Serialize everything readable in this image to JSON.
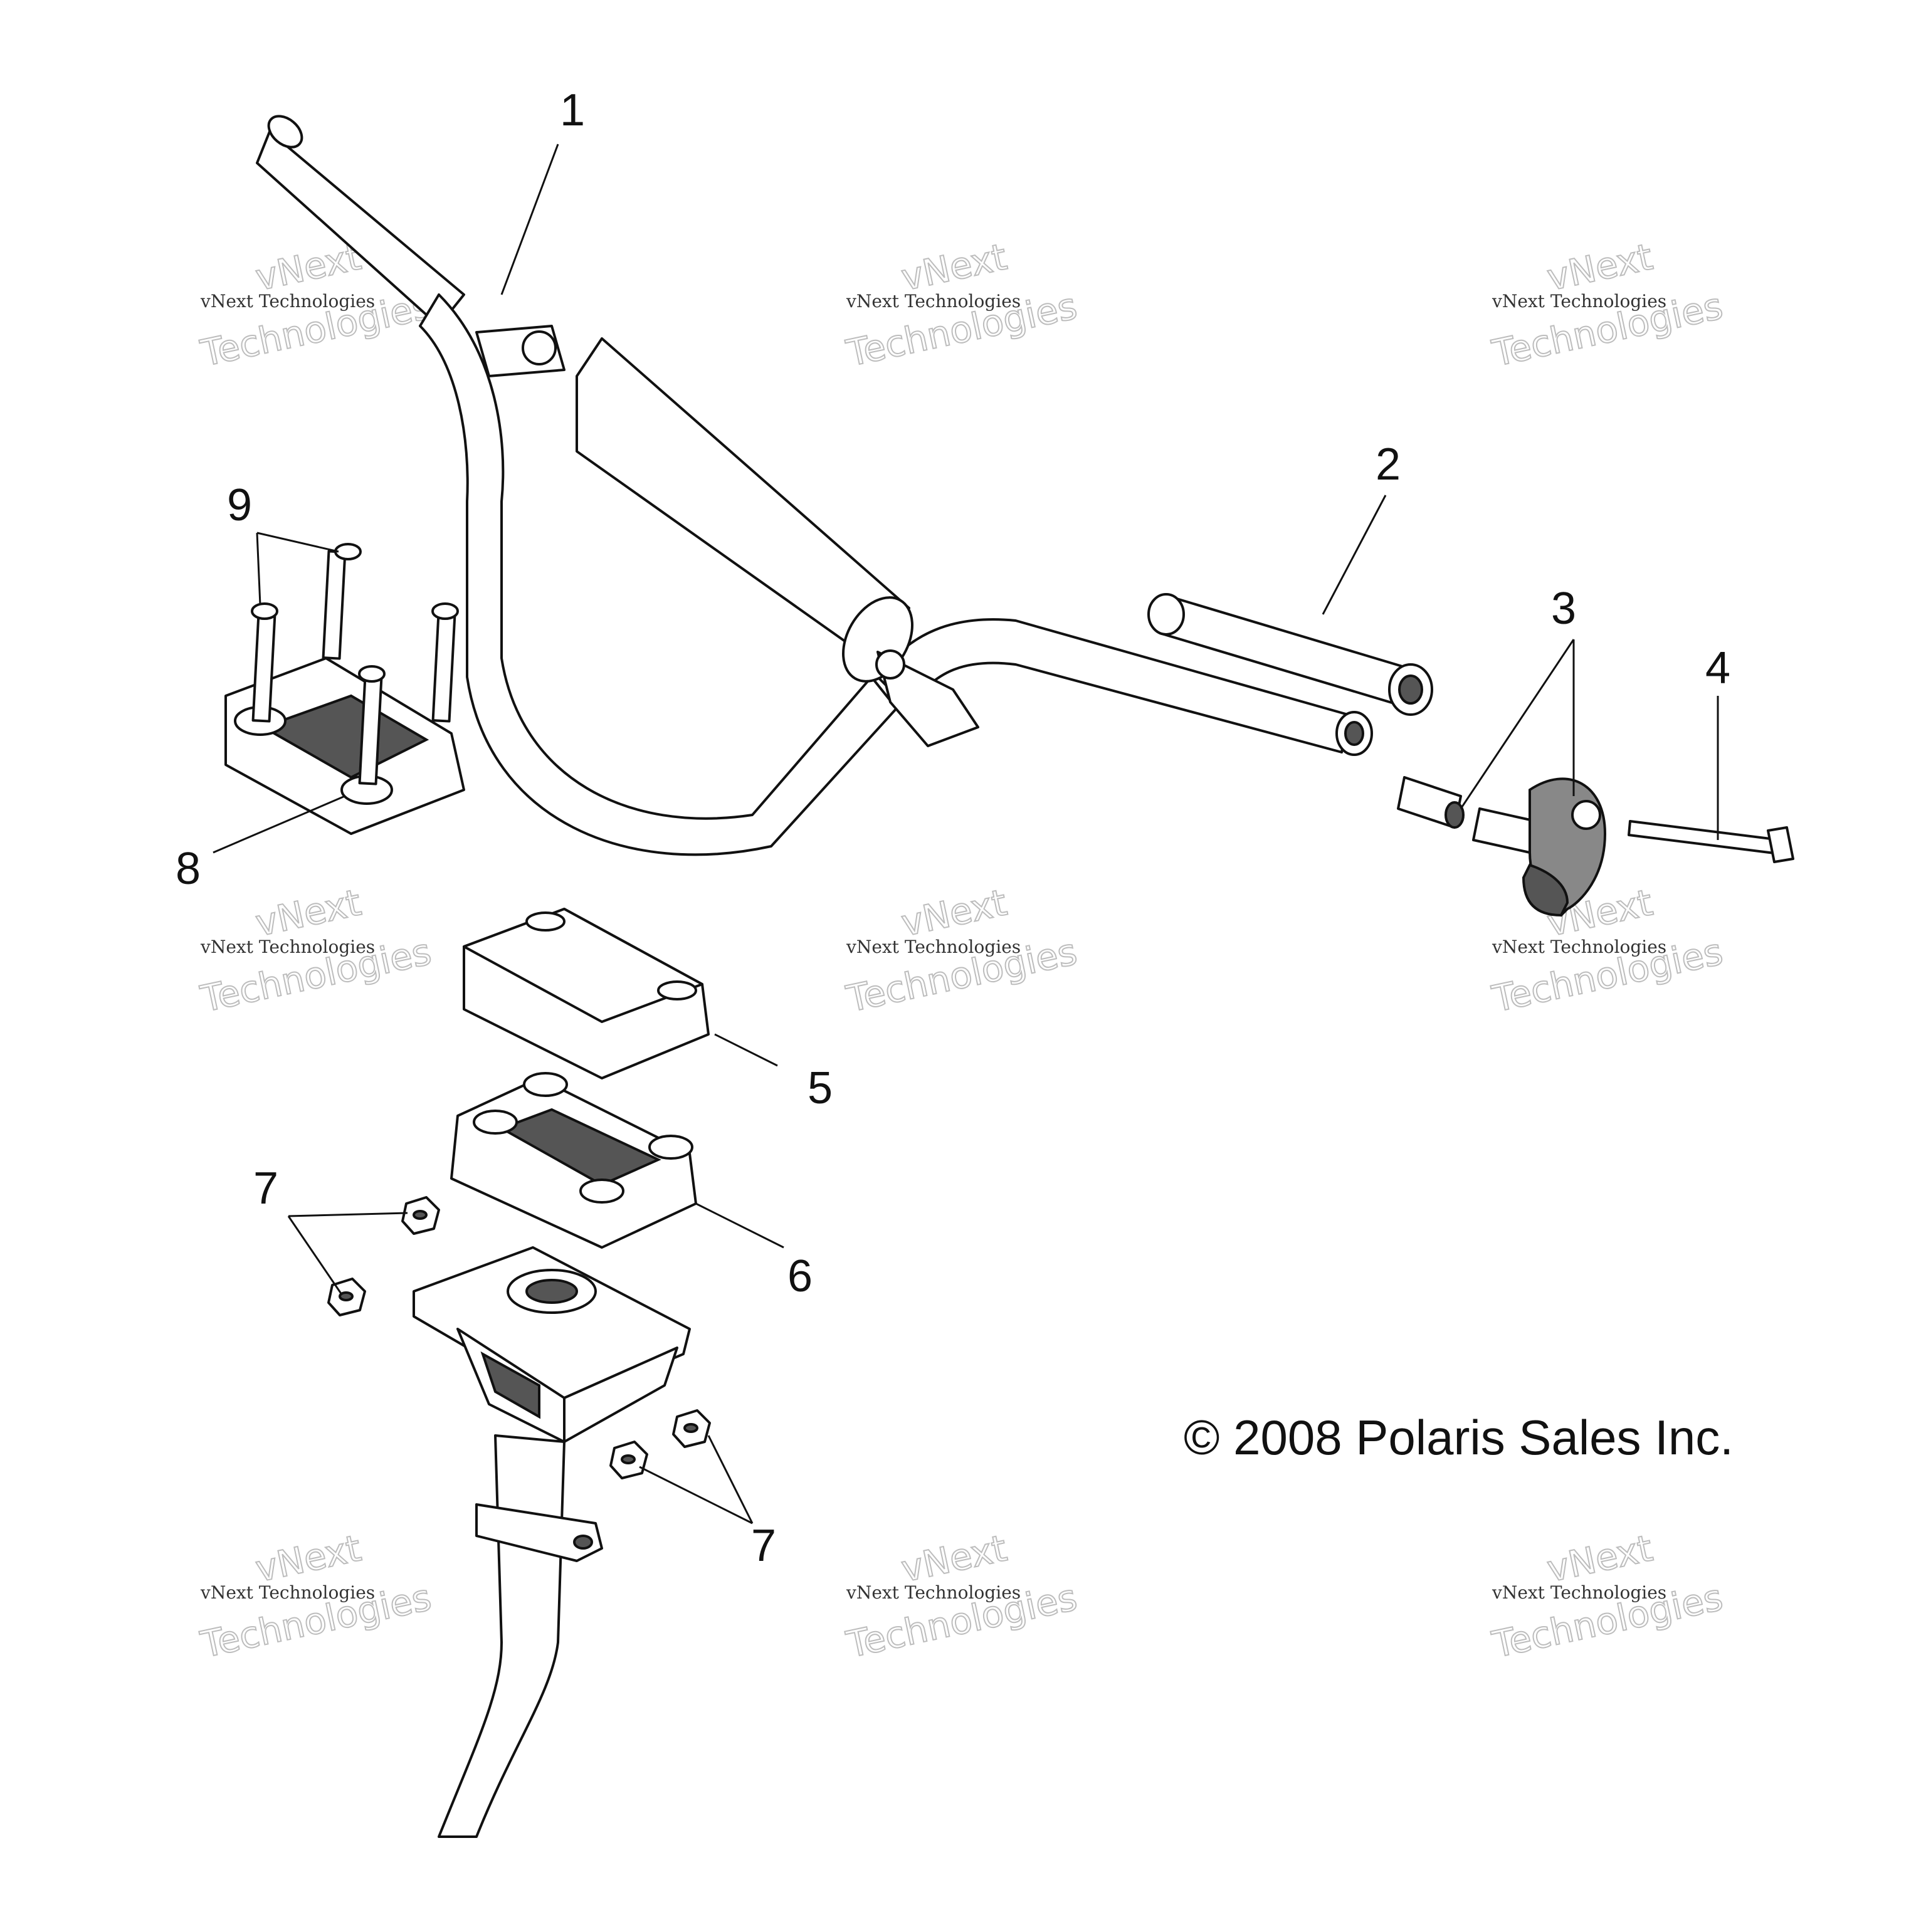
{
  "callouts": [
    {
      "id": "1",
      "label": "1"
    },
    {
      "id": "2",
      "label": "2"
    },
    {
      "id": "3",
      "label": "3"
    },
    {
      "id": "4",
      "label": "4"
    },
    {
      "id": "5",
      "label": "5"
    },
    {
      "id": "6",
      "label": "6"
    },
    {
      "id": "7a",
      "label": "7"
    },
    {
      "id": "7b",
      "label": "7"
    },
    {
      "id": "8",
      "label": "8"
    },
    {
      "id": "9",
      "label": "9"
    }
  ],
  "copyright": "© 2008 Polaris Sales Inc.",
  "watermark": {
    "brand": "vNext",
    "line": "vNext Technologies",
    "word": "Technologies"
  }
}
